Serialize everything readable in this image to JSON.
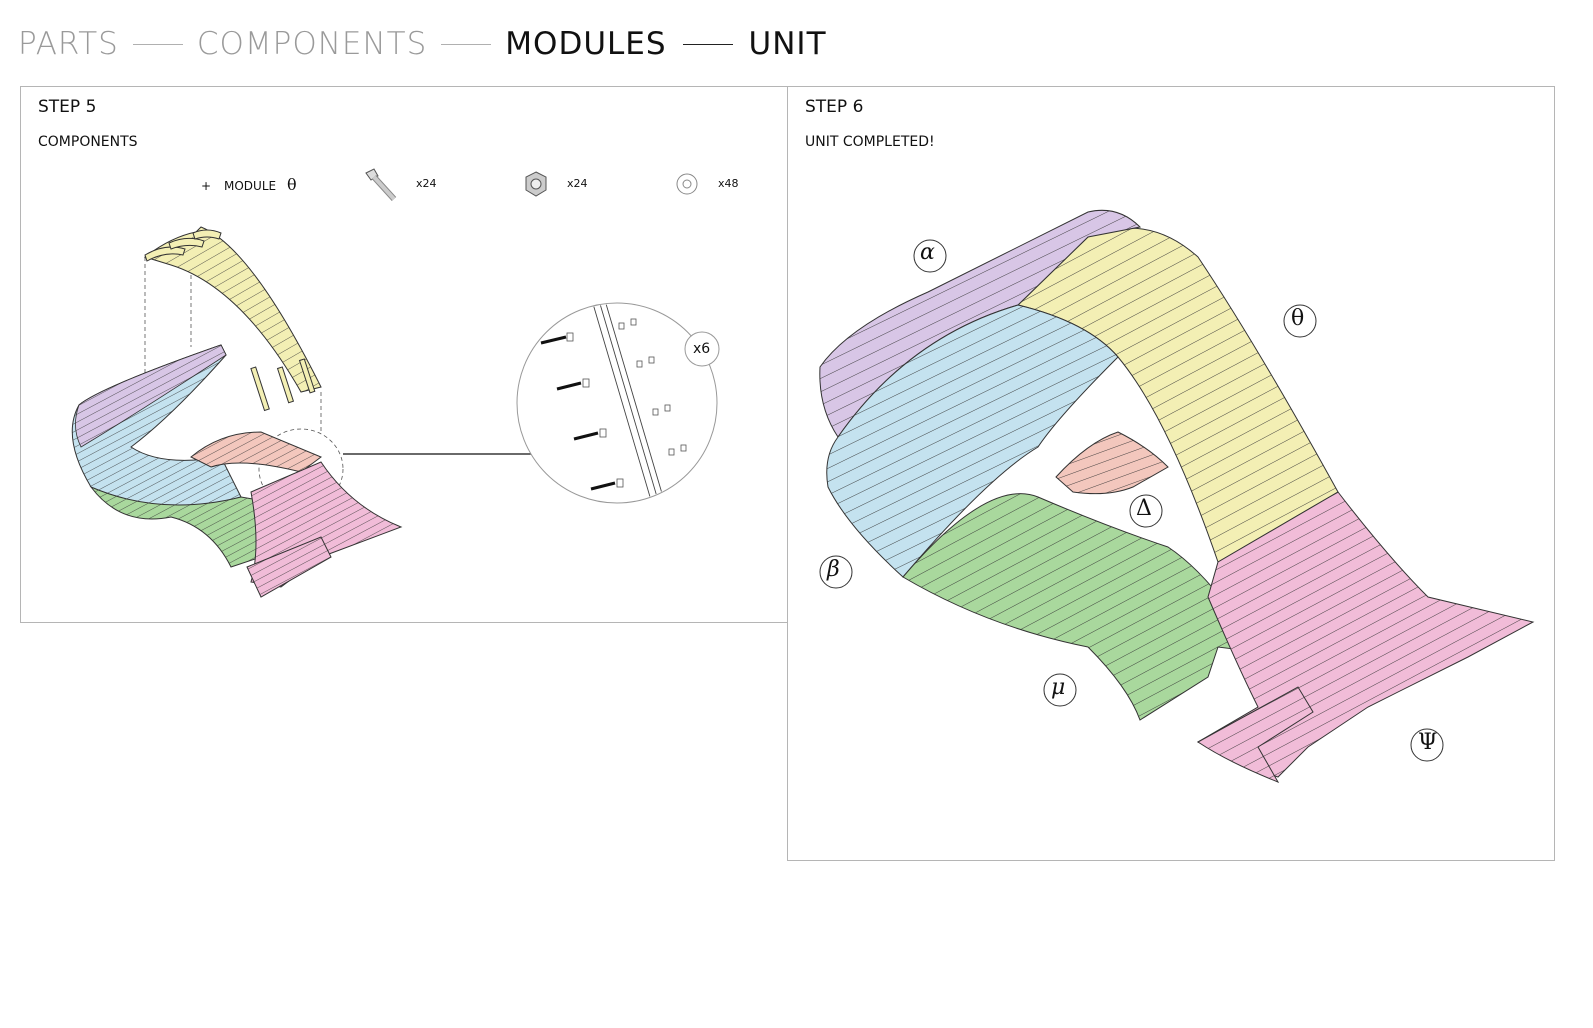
{
  "breadcrumb": {
    "items": [
      {
        "label": "PARTS",
        "state": "faded"
      },
      {
        "label": "COMPONENTS",
        "state": "faded"
      },
      {
        "label": "MODULES",
        "state": "active"
      },
      {
        "label": "UNIT",
        "state": "active"
      }
    ]
  },
  "step5": {
    "title": "STEP 5",
    "subtitle": "COMPONENTS",
    "components": {
      "plus": "+",
      "module_label": "MODULE",
      "module_symbol": "θ",
      "bolt_qty": "x24",
      "nut_qty": "x24",
      "washer_qty": "x48"
    },
    "detail_multiplier": "x6"
  },
  "step6": {
    "title": "STEP 6",
    "subtitle": "UNIT COMPLETED!",
    "module_labels": {
      "alpha": "α",
      "theta": "θ",
      "beta": "β",
      "delta": "Δ",
      "mu": "μ",
      "psi": "Ψ"
    }
  },
  "colors": {
    "alpha_purple": "#d8c6e6",
    "theta_yellow": "#f3efb4",
    "beta_blue": "#c4e2ef",
    "delta_salmon": "#f3c7bd",
    "mu_green": "#a9d89d",
    "psi_pink": "#f1bcd8"
  }
}
